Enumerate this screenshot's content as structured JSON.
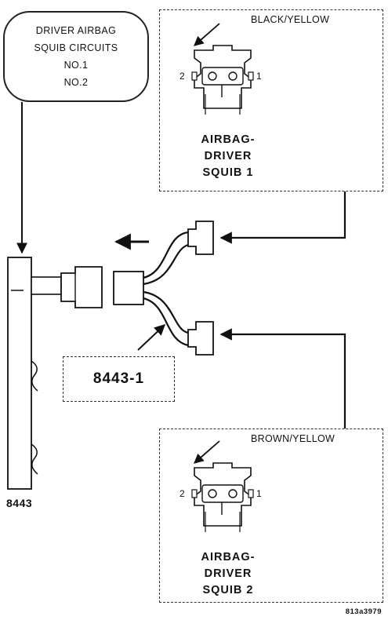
{
  "callout": {
    "lines": [
      "DRIVER AIRBAG",
      "SQUIB CIRCUITS",
      "NO.1",
      "NO.2"
    ]
  },
  "squib1": {
    "wire_color": "BLACK/YELLOW",
    "pin_left": "2",
    "pin_right": "1",
    "name_lines": [
      "AIRBAG-",
      "DRIVER",
      "SQUIB 1"
    ]
  },
  "squib2": {
    "wire_color": "BROWN/YELLOW",
    "pin_left": "2",
    "pin_right": "1",
    "name_lines": [
      "AIRBAG-",
      "DRIVER",
      "SQUIB 2"
    ]
  },
  "harness_label": "8443-1",
  "module_label": "8443",
  "figure_id": "813a3979"
}
